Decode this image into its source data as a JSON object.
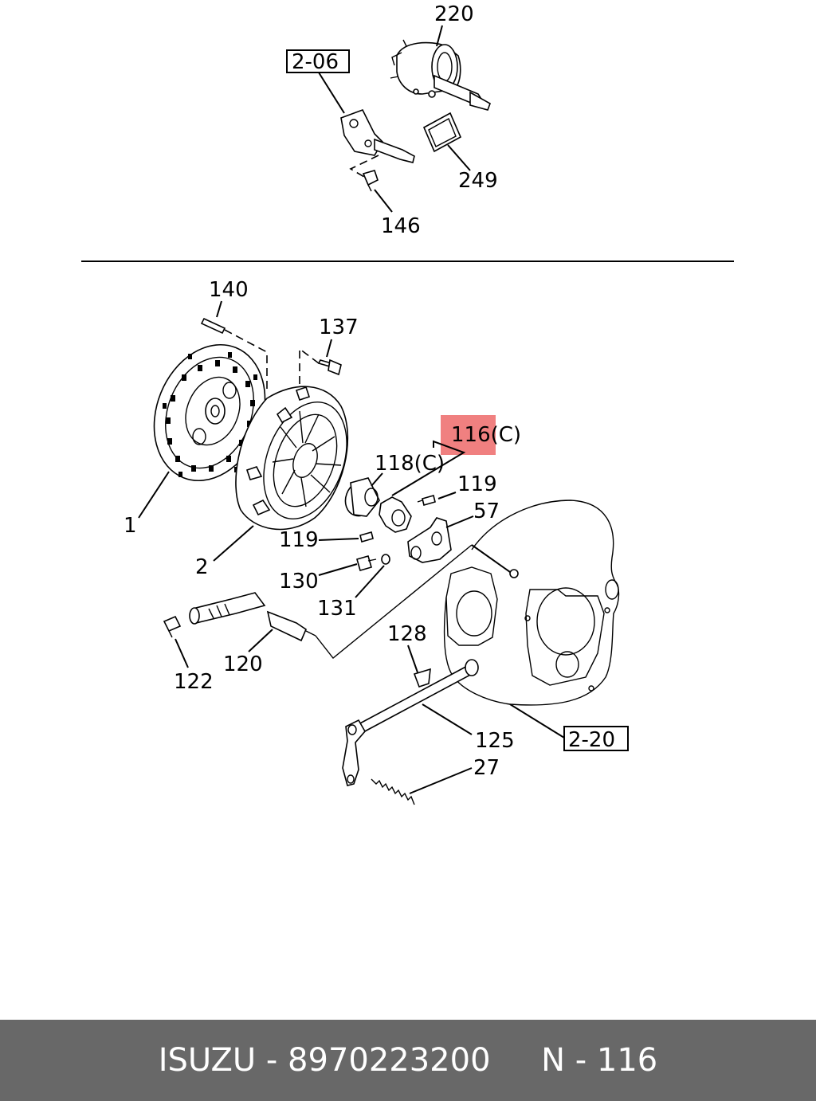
{
  "diagram": {
    "callouts": {
      "c220": "220",
      "ref_206": "2-06",
      "c249": "249",
      "c146": "146",
      "c140": "140",
      "c137": "137",
      "c116c": "116(C)",
      "c118c": "118(C)",
      "c119_right": "119",
      "c57": "57",
      "c1": "1",
      "c119_left": "119",
      "c2": "2",
      "c130": "130",
      "c131": "131",
      "c128": "128",
      "c120": "120",
      "c122": "122",
      "c125": "125",
      "ref_220": "2-20",
      "c27": "27"
    },
    "highlight_color": "#f08080"
  },
  "footer": {
    "text": "ISUZU - 8970223200     N - 116",
    "background": "#686868",
    "color": "#ffffff"
  }
}
